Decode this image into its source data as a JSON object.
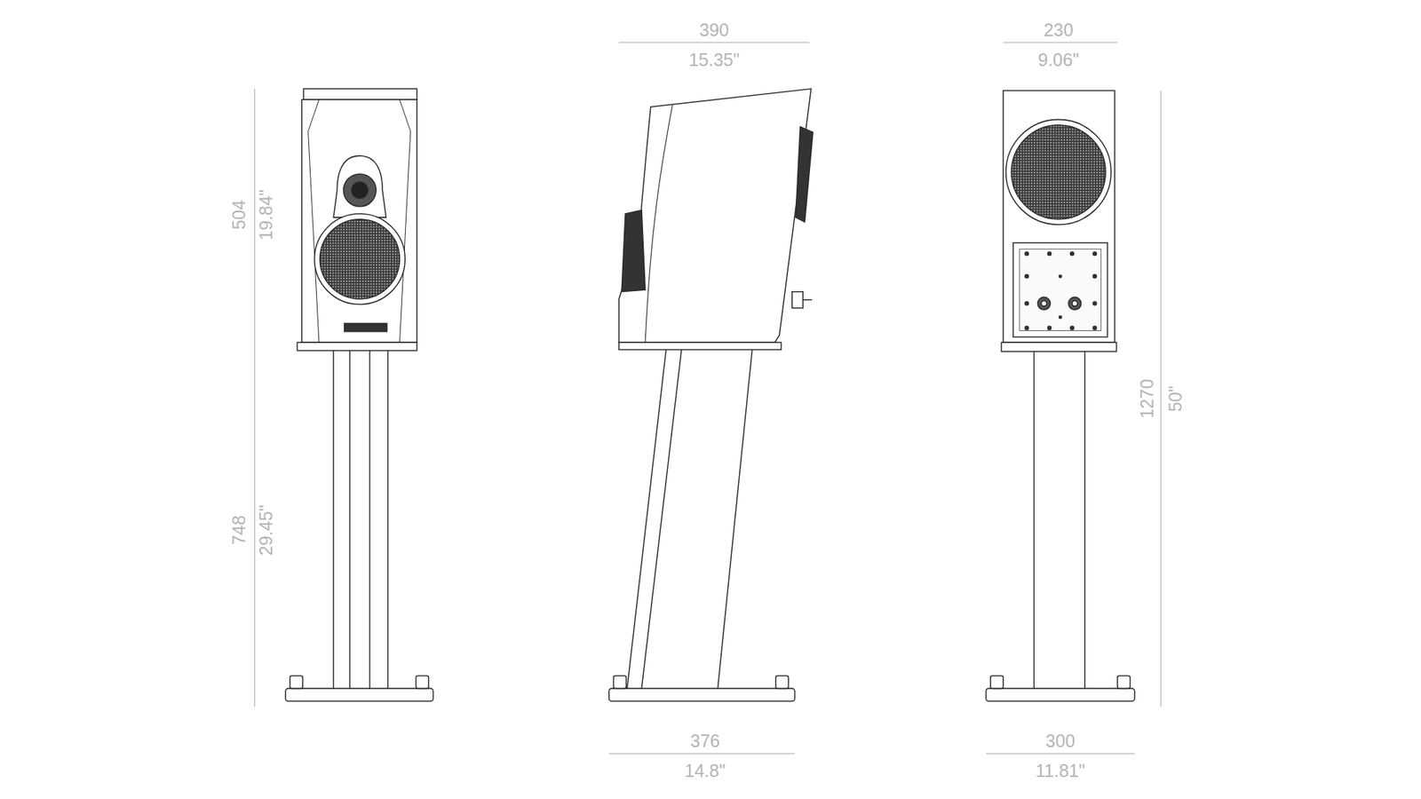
{
  "diagram": {
    "labels": [
      "390",
      "15.35\"",
      "230",
      "9.06\"",
      "504",
      "19.84\"",
      "748",
      "29.45\"",
      "1270",
      "50\"",
      "376",
      "14.8\"",
      "300",
      "11.81\""
    ]
  }
}
